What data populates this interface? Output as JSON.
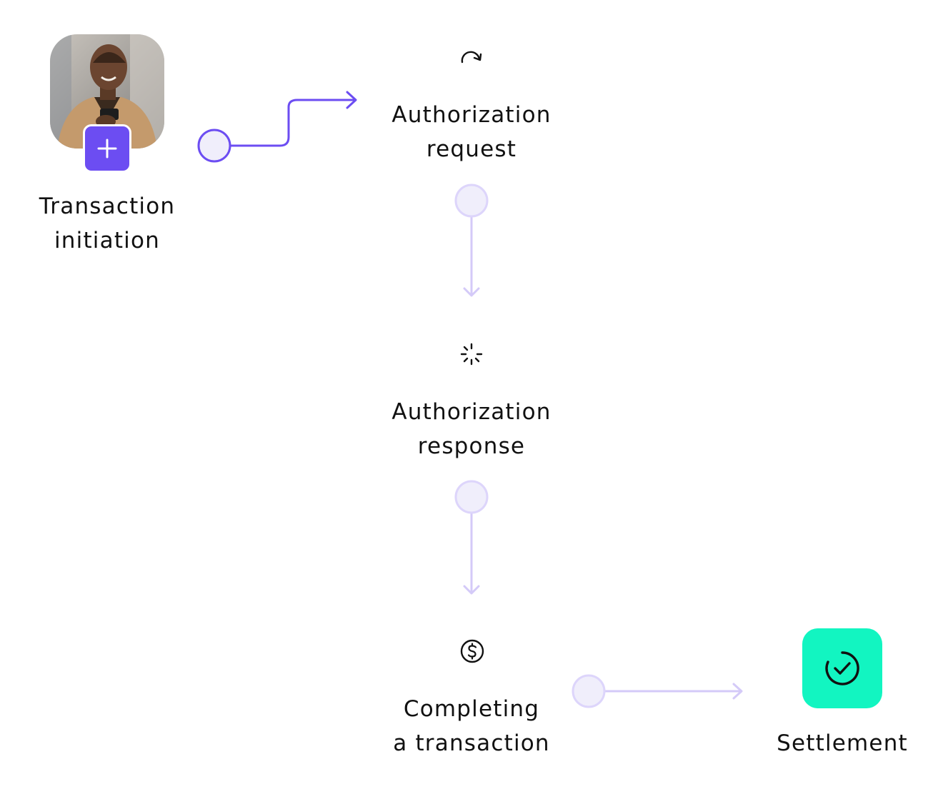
{
  "colors": {
    "accent_purple": "#6c4df2",
    "connector_light": "#d4caf8",
    "node_fill": "#f0eefb",
    "settlement_green": "#12f5c1",
    "text": "#111111"
  },
  "steps": {
    "initiation": {
      "line1": "Transaction",
      "line2": "initiation",
      "icon": "plus-icon"
    },
    "auth_request": {
      "line1": "Authorization",
      "line2": "request",
      "icon": "redo-arrow-icon"
    },
    "auth_response": {
      "line1": "Authorization",
      "line2": "response",
      "icon": "loading-spinner-icon"
    },
    "completing": {
      "line1": "Completing",
      "line2": "a transaction",
      "icon": "dollar-circle-icon"
    },
    "settlement": {
      "line1": "Settlement",
      "icon": "check-circle-icon"
    }
  }
}
